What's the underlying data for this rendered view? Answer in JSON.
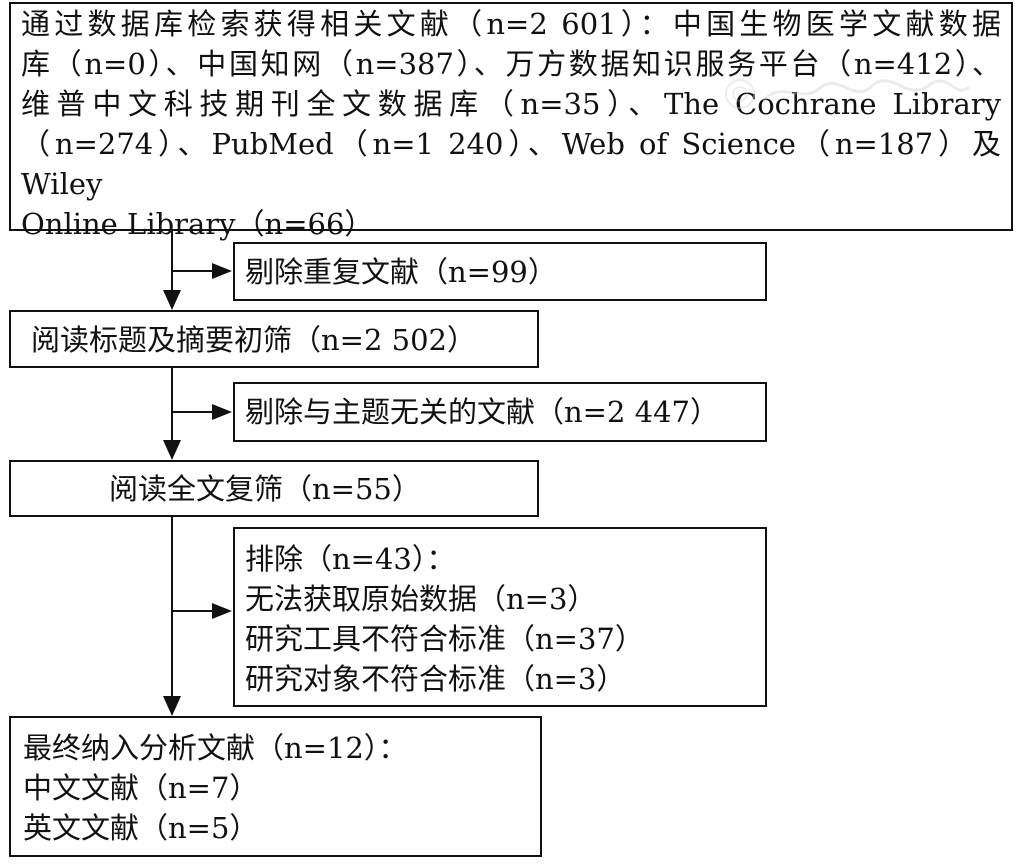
{
  "search_box": {
    "lines": [
      "通过数据库检索获得相关文献（n=2 601）：中国生物医学文献数据",
      "库（n=0）、中国知网（n=387）、万方数据知识服务平台（n=412）、",
      "维普中文科技期刊全文数据库（n=35）、The Cochrane Library",
      "（n=274）、PubMed（n=1 240）、Web of Science（n=187）及 Wiley",
      "Online Library（n=66）"
    ]
  },
  "duplicates_box": {
    "text": "剔除重复文献（n=99）"
  },
  "title_screen_box": {
    "text": "阅读标题及摘要初筛（n=2 502）"
  },
  "irrelevant_box": {
    "text": "剔除与主题无关的文献（n=2 447）"
  },
  "fulltext_box": {
    "text": "阅读全文复筛（n=55）"
  },
  "exclude_box": {
    "lines": [
      "排除（n=43）：",
      "无法获取原始数据（n=3）",
      "研究工具不符合标准（n=37）",
      "研究对象不符合标准（n=3）"
    ]
  },
  "final_box": {
    "lines": [
      "最终纳入分析文献（n=12）：",
      "中文文献（n=7）",
      "英文文献（n=5）"
    ]
  },
  "colors": {
    "line": "#111111",
    "watermark": "#c8c8c8"
  }
}
